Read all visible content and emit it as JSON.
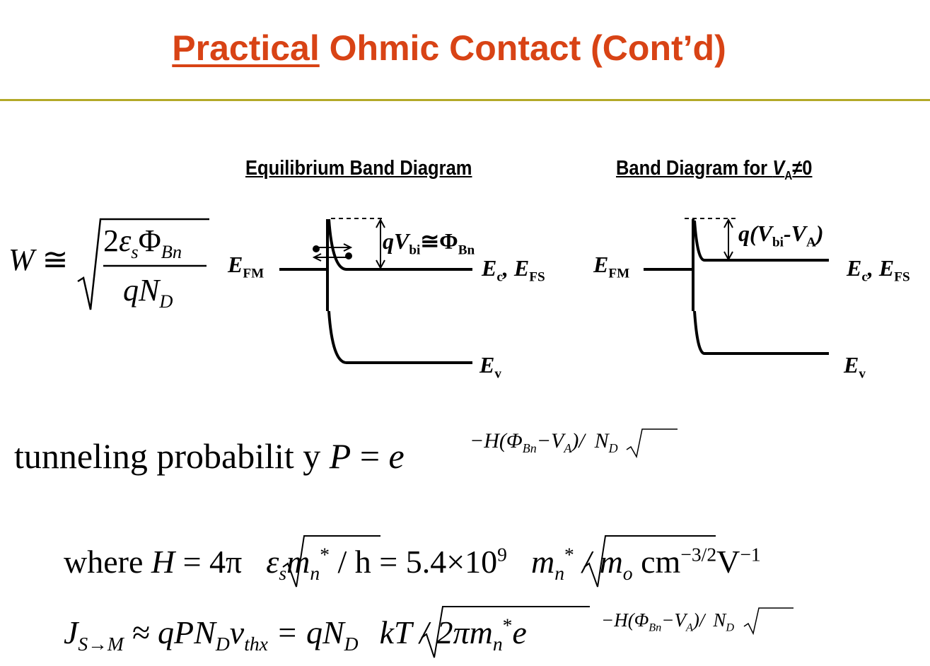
{
  "title": {
    "underlined": "Practical",
    "rest": " Ohmic Contact (Cont’d)"
  },
  "colors": {
    "title": "#d84315",
    "rule": "#b3a928"
  },
  "headings": {
    "equilibrium": "Equilibrium Band Diagram",
    "biased_prefix": "Band Diagram for ",
    "biased_V": "V",
    "biased_sub": "A",
    "biased_suffix": "≠0"
  },
  "formula_W": {
    "lhs": "W",
    "approx": "≅",
    "numerator_2": "2",
    "eps": "ε",
    "eps_sub": "s",
    "Phi": "Φ",
    "Phi_sub": "Bn",
    "den_q": "qN",
    "den_sub": "D"
  },
  "diagram_left": {
    "efm": "E",
    "efm_sub": "FM",
    "barrier_q": "qV",
    "barrier_sub": "bi",
    "barrier_eq": "≅Φ",
    "barrier_eq_sub": "Bn",
    "ec": "E",
    "ec_sub": "c",
    "ec_sep": ", E",
    "efs_sub": "FS",
    "ev": "E",
    "ev_sub": "v"
  },
  "diagram_right": {
    "efm": "E",
    "efm_sub": "FM",
    "barrier_open": "q(V",
    "barrier_sub": "bi",
    "barrier_mid": "-V",
    "barrier_sub2": "A",
    "barrier_close": ")",
    "ec": "E",
    "ec_sub": "c",
    "ec_sep": ", E",
    "efs_sub": "FS",
    "ev": "E",
    "ev_sub": "v"
  },
  "tunneling": {
    "text": "tunneling  probabilit y",
    "P": "P",
    "eq": " = ",
    "e": "e",
    "exp": "−H(Φ",
    "exp_sub": "Bn",
    "exp_mid": "−V",
    "exp_sub2": "A",
    "exp_close": ")/",
    "exp_root": "N",
    "exp_root_sub": "D"
  },
  "where_line": {
    "where": "where",
    "H": "H",
    "eq1": " = 4π",
    "root1_eps": "ε",
    "root1_eps_sub": "s",
    "root1_m": "m",
    "root1_m_sub": "n",
    "root1_m_sup": "*",
    "div_h": " / h = 5.4×10",
    "pow9": "9",
    "root2_m": "m",
    "root2_m_sub": "n",
    "root2_m_sup": "*",
    "root2_div": " / m",
    "root2_o": "o",
    "units_cm": " cm",
    "units_cm_sup": "−3/2",
    "units_V": "V",
    "units_V_sup": "−1"
  },
  "current_line": {
    "J": "J",
    "J_sub": "S→M",
    "approx": " ≈ qPN",
    "D_sub": "D",
    "v": "v",
    "v_sub": "thx",
    "eq": " = qN",
    "D_sub2": "D",
    "root": "kT / 2πm",
    "root_sub": "n",
    "root_sup": "*",
    "e": "e",
    "exp": "−H(Φ",
    "exp_sub": "Bn",
    "exp_mid": "−V",
    "exp_sub2": "A",
    "exp_close": ")/",
    "exp_root": "N",
    "exp_root_sub": "D"
  }
}
